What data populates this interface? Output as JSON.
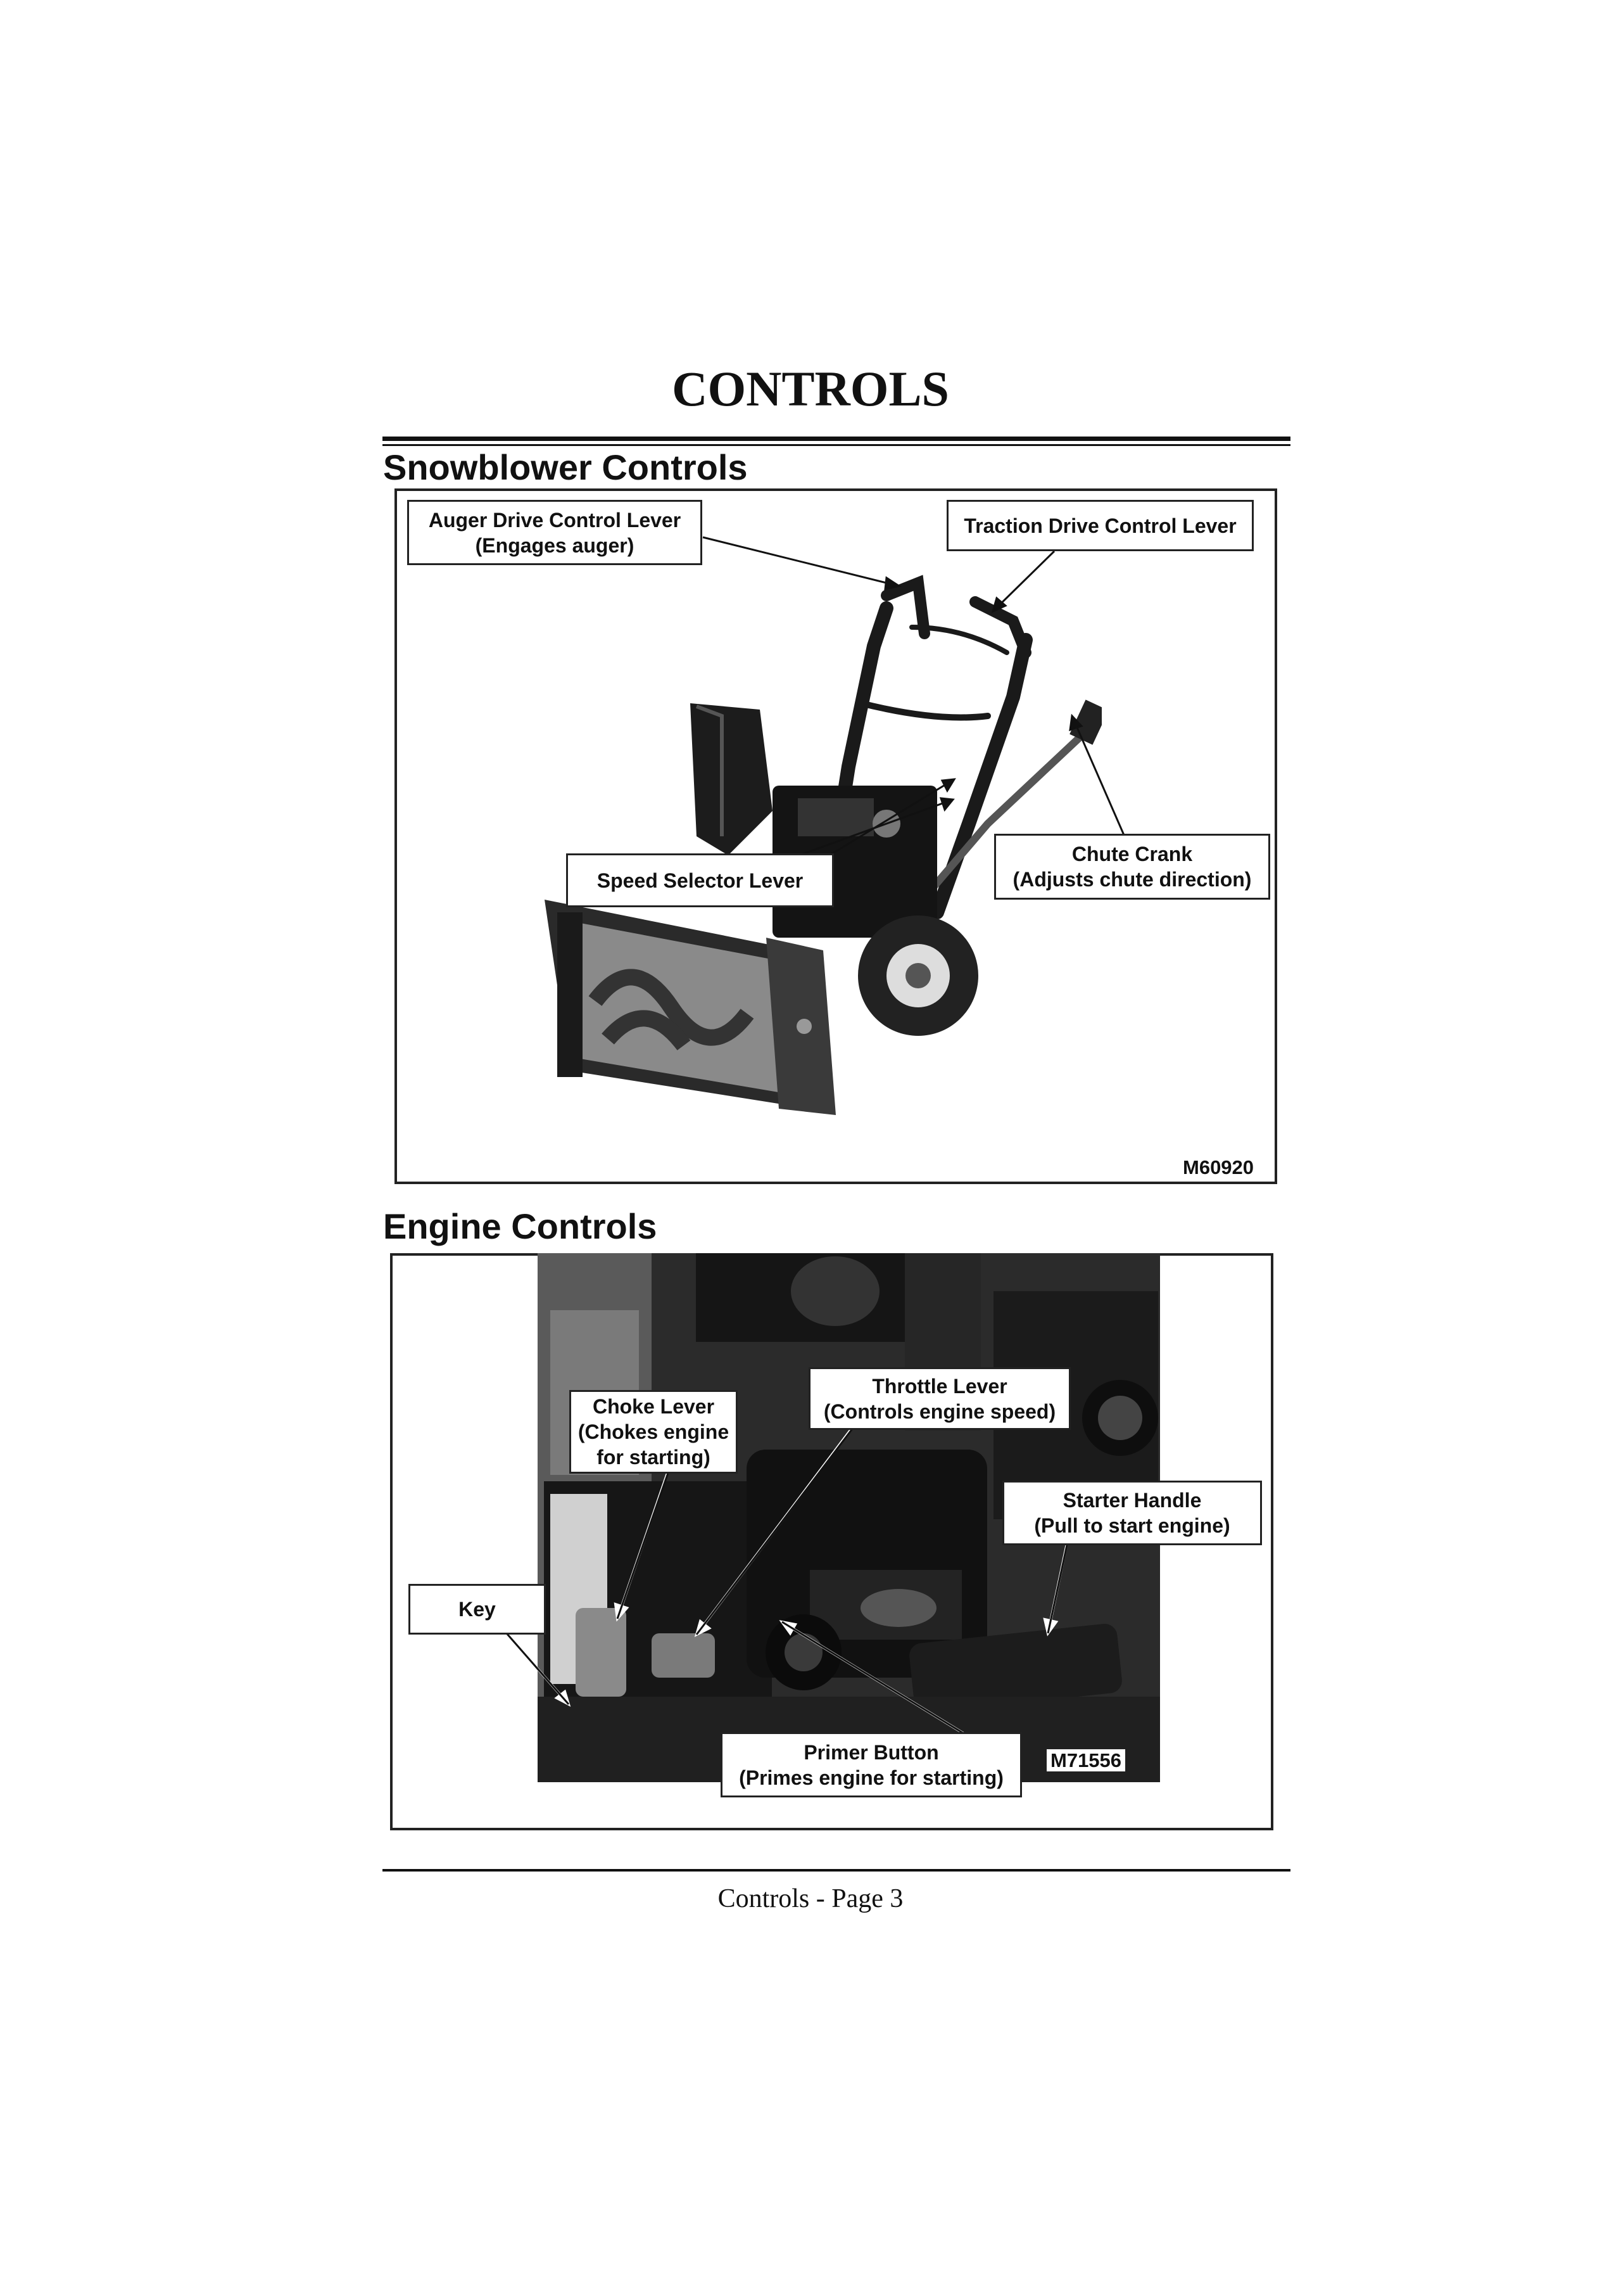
{
  "page": {
    "title": "CONTROLS",
    "footer": "Controls - Page 3"
  },
  "snowblower": {
    "heading": "Snowblower Controls",
    "figure_code": "M60920",
    "callouts": {
      "auger": {
        "line1": "Auger Drive Control Lever",
        "line2": "(Engages auger)"
      },
      "traction": {
        "line1": "Traction Drive Control Lever"
      },
      "speed": {
        "line1": "Speed Selector Lever"
      },
      "chute": {
        "line1": "Chute Crank",
        "line2": "(Adjusts chute direction)"
      }
    }
  },
  "engine": {
    "heading": "Engine Controls",
    "figure_code": "M71556",
    "callouts": {
      "choke": {
        "line1": "Choke Lever",
        "line2": "(Chokes engine",
        "line3": "for starting)"
      },
      "throttle": {
        "line1": "Throttle Lever",
        "line2": "(Controls engine speed)"
      },
      "starter": {
        "line1": "Starter Handle",
        "line2": "(Pull to start engine)"
      },
      "key": {
        "line1": "Key"
      },
      "primer": {
        "line1": "Primer Button",
        "line2": "(Primes engine for starting)"
      }
    }
  }
}
